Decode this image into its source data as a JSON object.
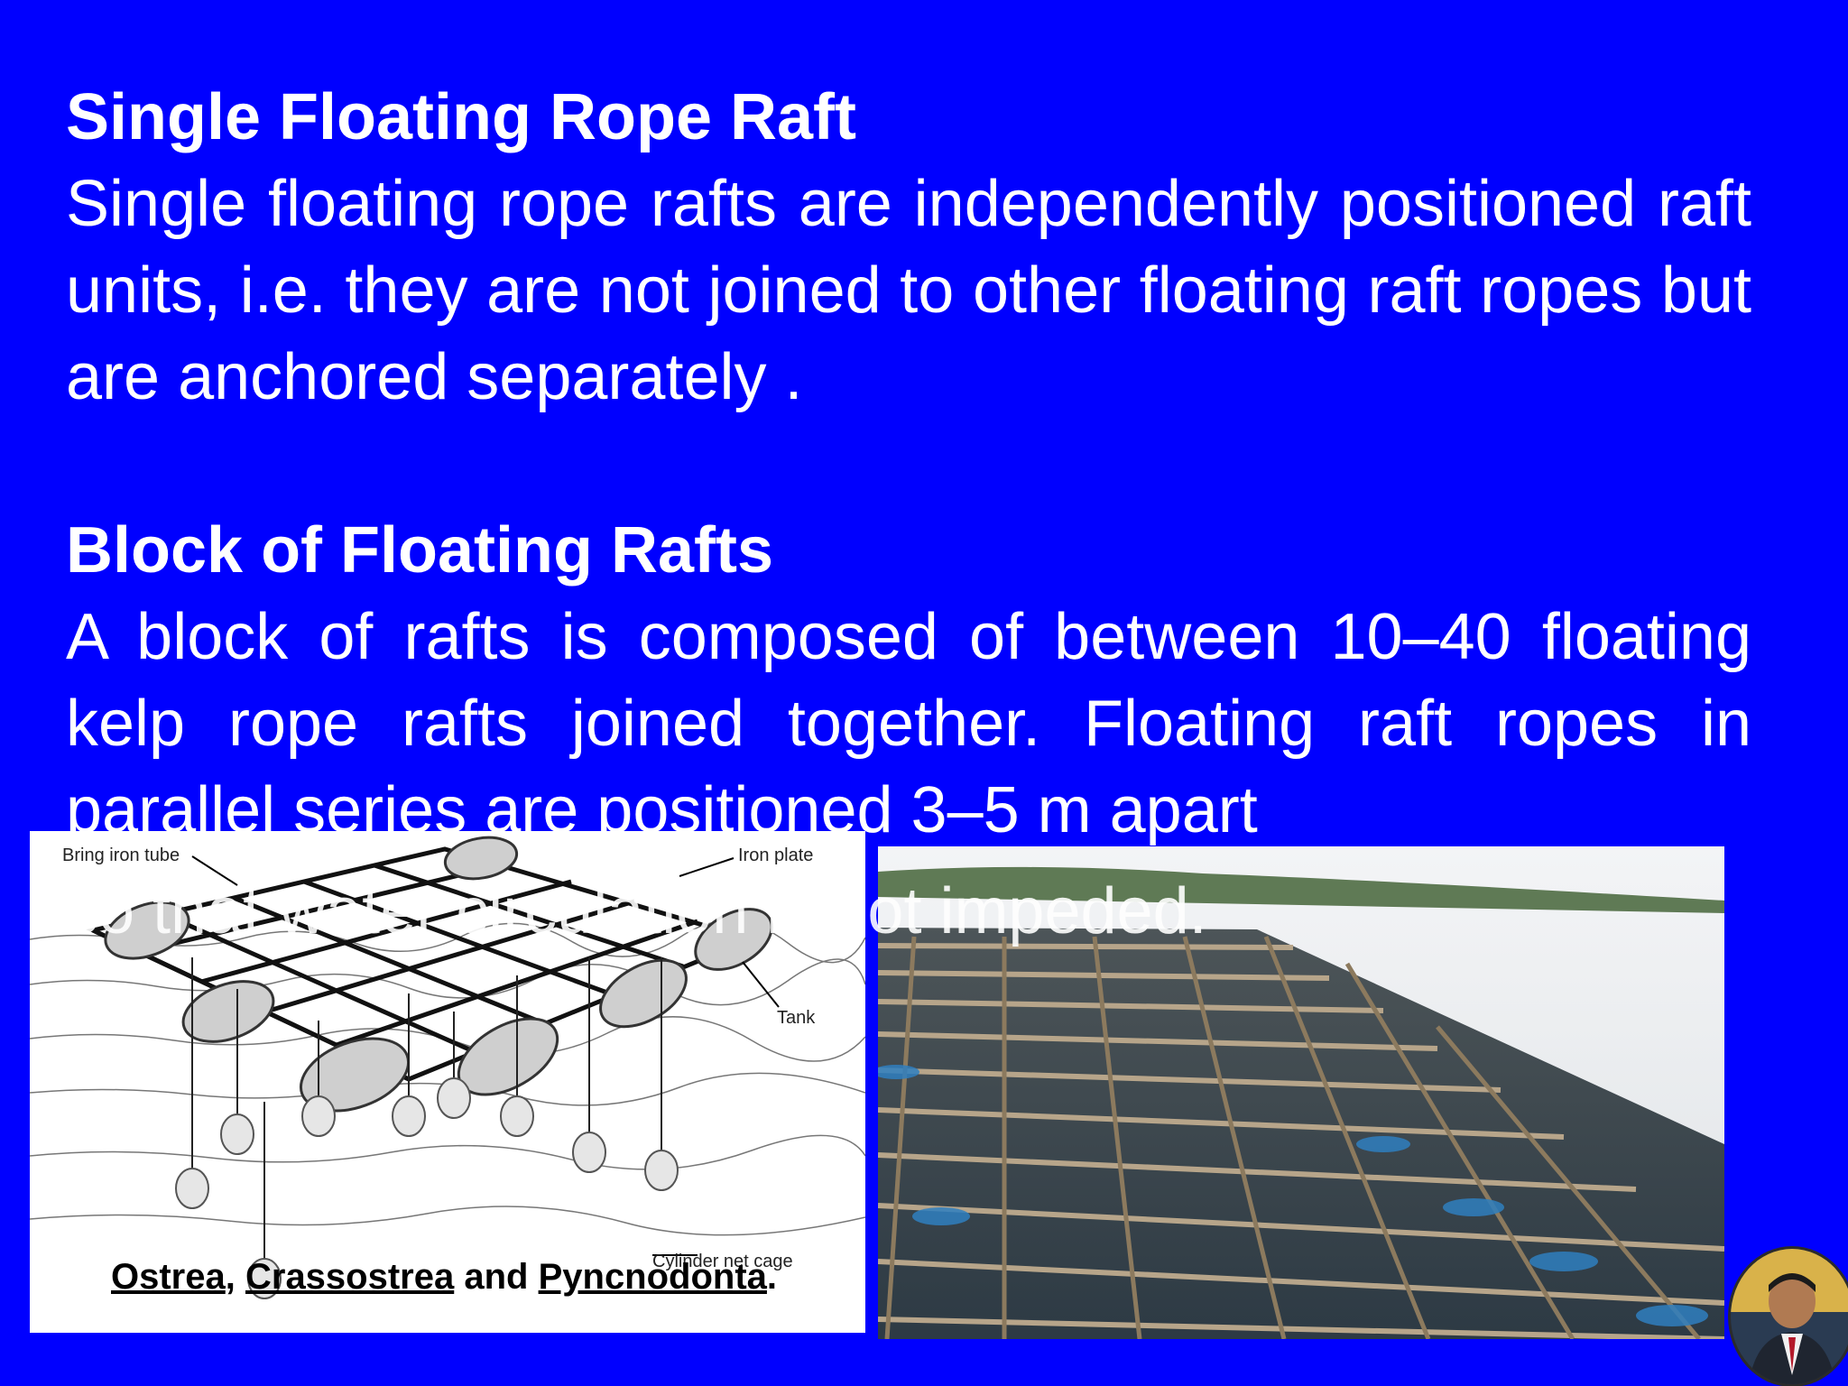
{
  "slide": {
    "section1": {
      "heading": "Single Floating Rope Raft",
      "body": "Single floating rope rafts are independently positioned raft units, i.e. they are not joined to other floating raft ropes but are anchored separately ."
    },
    "section2": {
      "heading": "Block of Floating Rafts",
      "body": "A block of rafts is composed of between 10–40 floating kelp rope rafts joined together. Floating raft ropes in parallel series are positioned 3–5 m apart",
      "body_overflow": "so that water circulation is not impeded."
    },
    "diagram": {
      "labels": {
        "iron_tube": "Bring iron tube",
        "iron_plate": "Iron plate",
        "tank": "Tank",
        "cage": "Cylinder net cage"
      },
      "caption": {
        "genus1": "Ostrea",
        "sep1": ", ",
        "genus2": "Crassostrea",
        "sep2": " and ",
        "genus3": "Pyncnodonta",
        "end": "."
      }
    },
    "colors": {
      "background": "#0000ff",
      "text": "#ffffff"
    }
  }
}
